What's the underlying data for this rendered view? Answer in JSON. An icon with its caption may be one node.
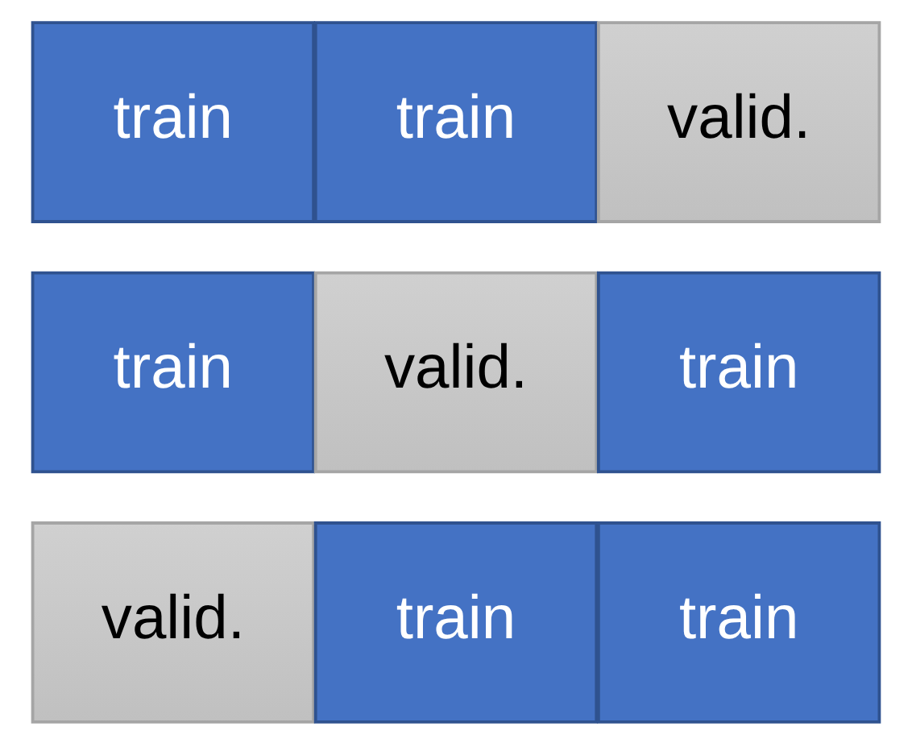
{
  "diagram": {
    "nodes": [
      {
        "text": [
          "train"
        ]
      },
      {
        "text": [
          "train"
        ]
      },
      {
        "text": [
          "valid."
        ]
      },
      {
        "text": [
          "train"
        ]
      },
      {
        "text": [
          "valid."
        ]
      },
      {
        "text": [
          "train"
        ]
      },
      {
        "text": [
          "valid."
        ]
      },
      {
        "text": [
          "train"
        ]
      },
      {
        "text": [
          "train"
        ]
      }
    ]
  }
}
